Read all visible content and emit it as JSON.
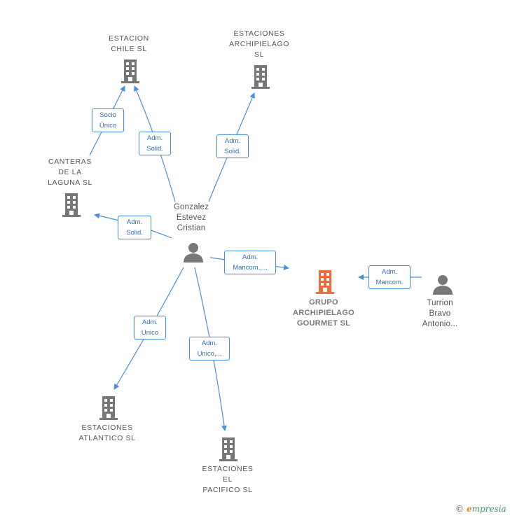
{
  "colors": {
    "company": "#777777",
    "focus_company": "#f26b3a",
    "person": "#777777",
    "edge": "#4a8fd9"
  },
  "nodes": {
    "estacion_chile": "ESTACION\nCHILE SL",
    "estaciones_archipielago": "ESTACIONES\nARCHIPIELAGO\nSL",
    "canteras_laguna": "CANTERAS\nDE LA\nLAGUNA  SL",
    "gonzalez": "Gonzalez\nEstevez\nCristian",
    "grupo_archipielago": "GRUPO\nARCHIPIELAGO\nGOURMET  SL",
    "turrion": "Turrion\nBravo\nAntonio...",
    "estaciones_atlantico": "ESTACIONES\nATLANTICO  SL",
    "estaciones_pacifico": "ESTACIONES\nEL\nPACIFICO  SL"
  },
  "edges": {
    "socio_unico": "Socio\nÚnico",
    "adm_solid_chile": "Adm.\nSolid.",
    "adm_solid_archipielago": "Adm.\nSolid.",
    "adm_solid_canteras": "Adm.\nSolid.",
    "adm_mancom_grupo": "Adm.\nMancom.,...",
    "adm_mancom_turrion": "Adm.\nMancom.",
    "adm_unico_atlantico": "Adm.\nUnico",
    "adm_unico_pacifico": "Adm.\nUnico,..."
  },
  "brand": {
    "copyright": "©",
    "first_letter": "e",
    "rest": "mpresia"
  }
}
